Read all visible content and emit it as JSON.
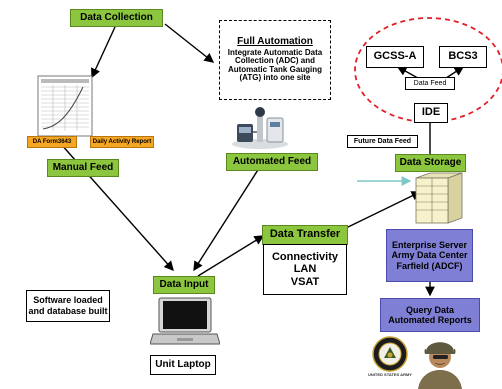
{
  "diagram": {
    "data_collection": "Data Collection",
    "da_form": "DA Form3643",
    "daily_activity_report": "Daily Activity Report",
    "manual_feed": "Manual Feed",
    "full_automation_title": "Full Automation",
    "full_automation_body": "Integrate Automatic Data Collection (ADC) and Automatic Tank Gauging (ATG) into one site",
    "automated_feed": "Automated Feed",
    "gcss_a": "GCSS-A",
    "bcs3": "BCS3",
    "data_feed": "Data Feed",
    "ide": "IDE",
    "future_data_feed": "Future Data Feed",
    "data_storage": "Data Storage",
    "data_transfer": "Data Transfer",
    "connectivity_lines": [
      "Connectivity",
      "LAN",
      "VSAT"
    ],
    "data_input": "Data Input",
    "enterprise_server_lines": [
      "Enterprise Server",
      "Army Data Center",
      "Farfield (ADCF)"
    ],
    "query_lines": [
      "Query Data",
      "Automated Reports"
    ],
    "software_lines": [
      "Software loaded",
      "and database built"
    ],
    "unit_laptop": "Unit Laptop",
    "seal_text": "UNITED STATES ARMY"
  },
  "colors": {
    "green": "#8cc63f",
    "orange": "#f5a623",
    "purple": "#7f7fd5",
    "red_dashed": "#e0202a",
    "teal_arrow": "#7ec8c8"
  }
}
